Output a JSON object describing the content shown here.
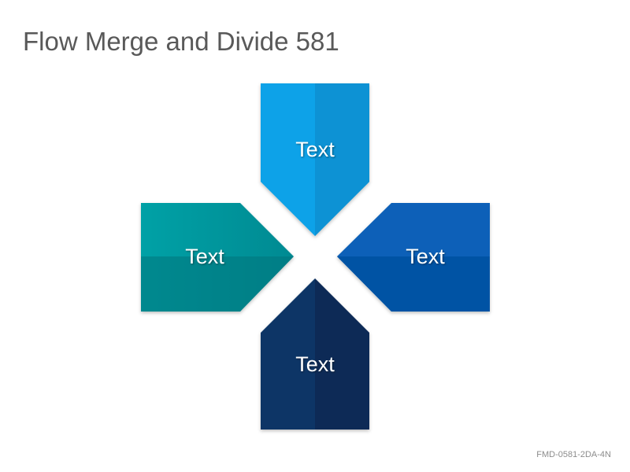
{
  "slide": {
    "title": "Flow Merge and Divide 581",
    "footer_code": "FMD-0581-2DA-4N"
  },
  "diagram": {
    "shapes": [
      {
        "id": "top",
        "label": "Text",
        "color": "#0AA2E8",
        "shade": "#0788C8"
      },
      {
        "id": "left",
        "label": "Text",
        "color": "#03969E",
        "shade": "#027A82"
      },
      {
        "id": "right",
        "label": "Text",
        "color": "#0861B8",
        "shade": "#064E9C"
      },
      {
        "id": "bottom",
        "label": "Text",
        "color": "#0C3566",
        "shade": "#09294F"
      }
    ]
  }
}
